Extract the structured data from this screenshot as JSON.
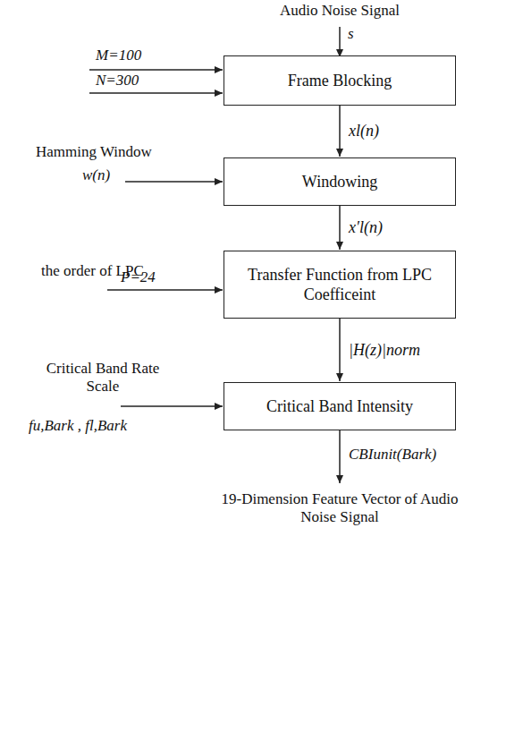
{
  "diagram": {
    "nodes": [
      {
        "text": [
          "Frame Blocking"
        ]
      },
      {
        "text": [
          "Windowing"
        ]
      },
      {
        "text": [
          "Transfer Function from LPC Coefficeint"
        ]
      },
      {
        "text": [
          "Critical Band Intensity"
        ]
      }
    ],
    "edges": [
      {
        "from": 0,
        "to": 1,
        "arrow": "to",
        "label": "xl(n)"
      },
      {
        "from": 1,
        "to": 2,
        "arrow": "to",
        "label": "x′l(n)"
      },
      {
        "from": 2,
        "to": 3,
        "arrow": "to",
        "label": "|H(z)|norm"
      }
    ],
    "labels": [
      "Audio Noise Signal",
      "s",
      "M=100",
      "N=300",
      "Hamming Window",
      "w(n)",
      "the order of LPC",
      "P=24",
      "Critical Band Rate Scale",
      "fu,Bark , fl,Bark",
      "CBIunit(Bark)",
      "19-Dimension Feature Vector of Audio Noise Signal"
    ]
  }
}
